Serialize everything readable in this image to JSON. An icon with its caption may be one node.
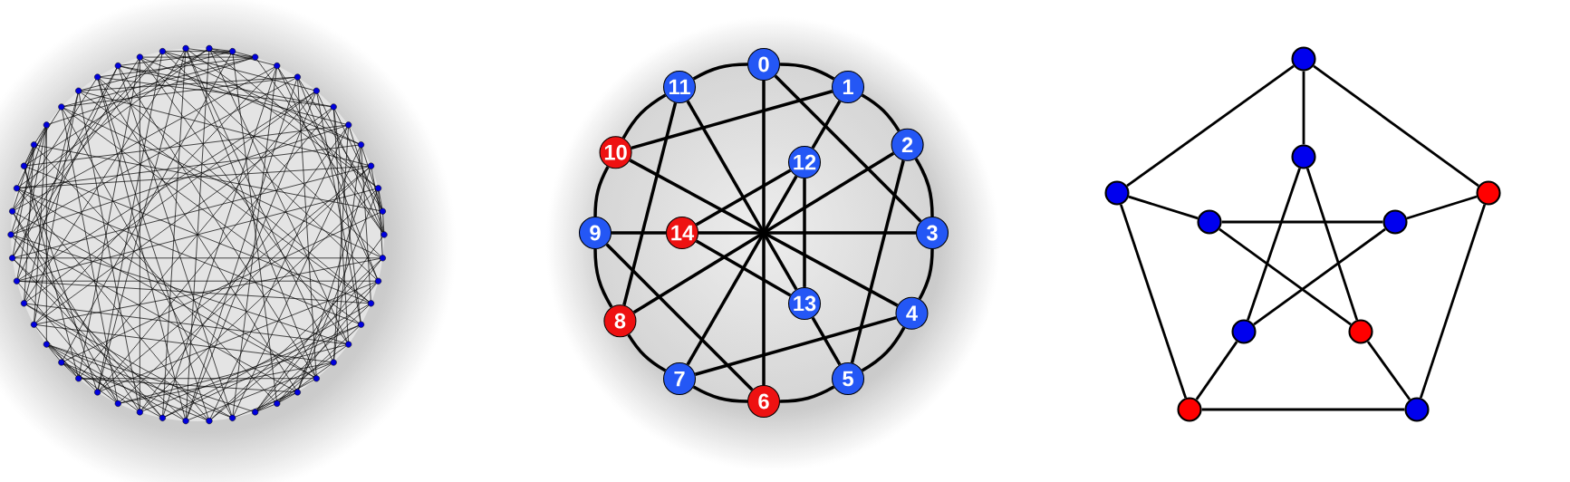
{
  "diagram": {
    "nodes": [
      {
        "text": [
          "0"
        ]
      },
      {
        "text": [
          "1"
        ]
      },
      {
        "text": [
          "2"
        ]
      },
      {
        "text": [
          "3"
        ]
      },
      {
        "text": [
          "4"
        ]
      },
      {
        "text": [
          "5"
        ]
      },
      {
        "text": [
          "6"
        ]
      },
      {
        "text": [
          "7"
        ]
      },
      {
        "text": [
          "8"
        ]
      },
      {
        "text": [
          "9"
        ]
      },
      {
        "text": [
          "10"
        ]
      },
      {
        "text": [
          "11"
        ]
      },
      {
        "text": [
          "12"
        ]
      },
      {
        "text": [
          "13"
        ]
      },
      {
        "text": [
          "14"
        ]
      },
      {
        "text": [],
        "shape": "circle"
      },
      {
        "text": [],
        "shape": "circle"
      },
      {
        "text": [],
        "shape": "circle"
      },
      {
        "text": [],
        "shape": "circle"
      },
      {
        "text": [],
        "shape": "circle"
      },
      {
        "text": [],
        "shape": "circle"
      },
      {
        "text": [],
        "shape": "circle"
      },
      {
        "text": [],
        "shape": "circle"
      },
      {
        "text": [],
        "shape": "circle"
      },
      {
        "text": [],
        "shape": "circle"
      }
    ],
    "edges": [
      {
        "from": 0,
        "to": 1,
        "arrow": "none"
      },
      {
        "from": 1,
        "to": 2,
        "arrow": "none"
      },
      {
        "from": 2,
        "to": 3,
        "arrow": "none"
      },
      {
        "from": 3,
        "to": 4,
        "arrow": "none"
      },
      {
        "from": 4,
        "to": 5,
        "arrow": "none"
      },
      {
        "from": 5,
        "to": 6,
        "arrow": "none"
      },
      {
        "from": 6,
        "to": 7,
        "arrow": "none"
      },
      {
        "from": 7,
        "to": 8,
        "arrow": "none"
      },
      {
        "from": 8,
        "to": 9,
        "arrow": "none"
      },
      {
        "from": 9,
        "to": 10,
        "arrow": "none"
      },
      {
        "from": 10,
        "to": 11,
        "arrow": "none"
      },
      {
        "from": 11,
        "to": 0,
        "arrow": "none"
      },
      {
        "from": 0,
        "to": 3,
        "arrow": "none"
      },
      {
        "from": 0,
        "to": 6,
        "arrow": "none"
      },
      {
        "from": 1,
        "to": 10,
        "arrow": "none"
      },
      {
        "from": 1,
        "to": 12,
        "arrow": "none"
      },
      {
        "from": 2,
        "to": 5,
        "arrow": "none"
      },
      {
        "from": 2,
        "to": 8,
        "arrow": "none"
      },
      {
        "from": 3,
        "to": 14,
        "arrow": "none"
      },
      {
        "from": 4,
        "to": 7,
        "arrow": "none"
      },
      {
        "from": 4,
        "to": 10,
        "arrow": "none"
      },
      {
        "from": 5,
        "to": 13,
        "arrow": "none"
      },
      {
        "from": 6,
        "to": 9,
        "arrow": "none"
      },
      {
        "from": 7,
        "to": 12,
        "arrow": "none"
      },
      {
        "from": 8,
        "to": 11,
        "arrow": "none"
      },
      {
        "from": 9,
        "to": 14,
        "arrow": "none"
      },
      {
        "from": 11,
        "to": 13,
        "arrow": "none"
      },
      {
        "from": 12,
        "to": 13,
        "arrow": "none"
      },
      {
        "from": 12,
        "to": 14,
        "arrow": "none"
      },
      {
        "from": 13,
        "to": 14,
        "arrow": "none"
      },
      {
        "from": 15,
        "to": 16,
        "arrow": "none"
      },
      {
        "from": 15,
        "to": 17,
        "arrow": "none"
      },
      {
        "from": 15,
        "to": 18,
        "arrow": "none"
      },
      {
        "from": 16,
        "to": 21,
        "arrow": "none"
      },
      {
        "from": 16,
        "to": 22,
        "arrow": "none"
      },
      {
        "from": 17,
        "to": 19,
        "arrow": "none"
      },
      {
        "from": 17,
        "to": 23,
        "arrow": "none"
      },
      {
        "from": 18,
        "to": 20,
        "arrow": "none"
      },
      {
        "from": 18,
        "to": 24,
        "arrow": "none"
      },
      {
        "from": 19,
        "to": 20,
        "arrow": "none"
      },
      {
        "from": 19,
        "to": 22,
        "arrow": "none"
      },
      {
        "from": 20,
        "to": 21,
        "arrow": "none"
      },
      {
        "from": 21,
        "to": 23,
        "arrow": "none"
      },
      {
        "from": 22,
        "to": 24,
        "arrow": "none"
      },
      {
        "from": 23,
        "to": 24,
        "arrow": "none"
      }
    ]
  }
}
